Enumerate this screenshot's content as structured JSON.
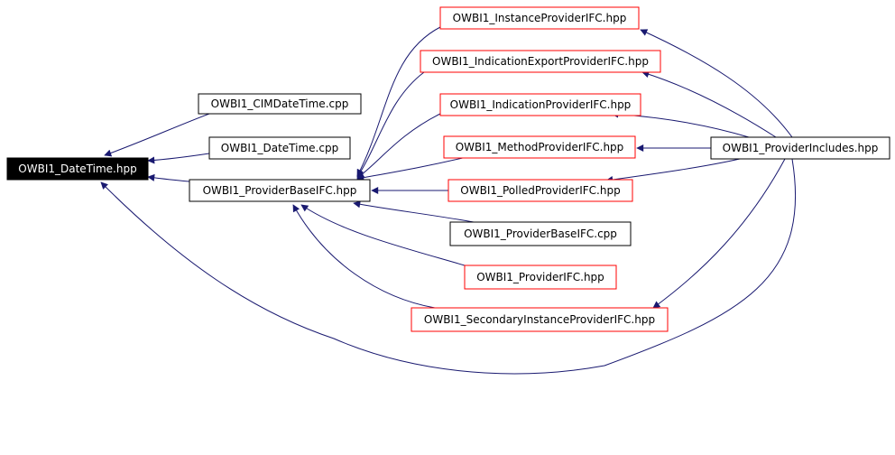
{
  "colors": {
    "edge": "#191970",
    "node_border": "#000000",
    "node_border_external": "#ff0000",
    "root_fill": "#000000",
    "root_text": "#ffffff"
  },
  "nodes": {
    "datetime_hpp": "OWBI1_DateTime.hpp",
    "cimdatetime_cpp": "OWBI1_CIMDateTime.cpp",
    "datetime_cpp": "OWBI1_DateTime.cpp",
    "providerbaseifc_hpp": "OWBI1_ProviderBaseIFC.hpp",
    "instanceproviderifc_hpp": "OWBI1_InstanceProviderIFC.hpp",
    "indicationexportproviderifc_hpp": "OWBI1_IndicationExportProviderIFC.hpp",
    "indicationproviderifc_hpp": "OWBI1_IndicationProviderIFC.hpp",
    "methodproviderifc_hpp": "OWBI1_MethodProviderIFC.hpp",
    "polledproviderifc_hpp": "OWBI1_PolledProviderIFC.hpp",
    "providerbaseifc_cpp": "OWBI1_ProviderBaseIFC.cpp",
    "providerifc_hpp": "OWBI1_ProviderIFC.hpp",
    "secondaryinstanceproviderifc_hpp": "OWBI1_SecondaryInstanceProviderIFC.hpp",
    "providerincludes_hpp": "OWBI1_ProviderIncludes.hpp"
  }
}
